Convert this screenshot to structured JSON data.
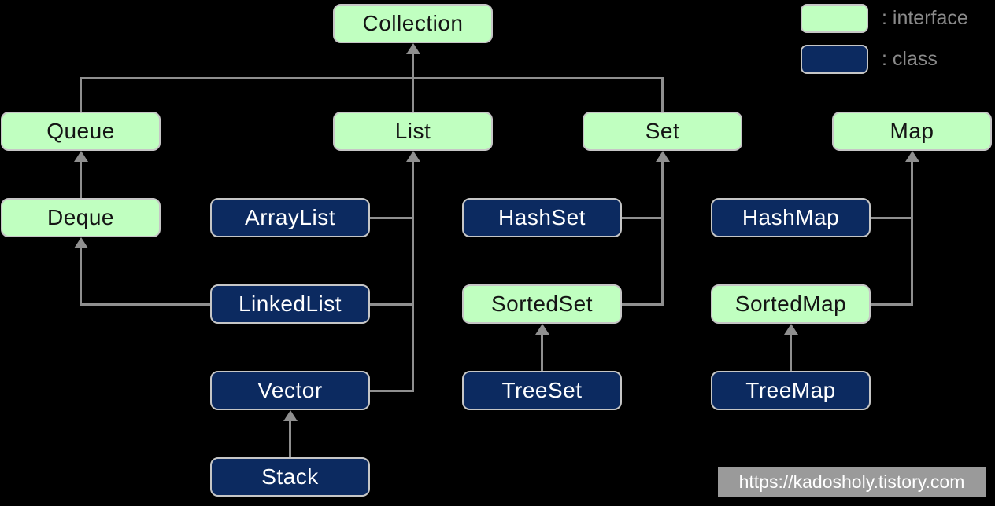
{
  "colors": {
    "background": "#000000",
    "interface_fill": "#c0ffc0",
    "class_fill": "#0c2a60",
    "box_border": "#c6c6c6",
    "line": "#8f8f8f",
    "interface_text": "#141414",
    "class_text": "#ffffff",
    "legend_text": "#8a8a8a",
    "watermark_bg": "#9a9a9a",
    "watermark_text": "#ffffff"
  },
  "nodes": {
    "collection": {
      "label": "Collection",
      "type": "interface"
    },
    "queue": {
      "label": "Queue",
      "type": "interface"
    },
    "list": {
      "label": "List",
      "type": "interface"
    },
    "set": {
      "label": "Set",
      "type": "interface"
    },
    "map": {
      "label": "Map",
      "type": "interface"
    },
    "deque": {
      "label": "Deque",
      "type": "interface"
    },
    "arraylist": {
      "label": "ArrayList",
      "type": "class"
    },
    "hashset": {
      "label": "HashSet",
      "type": "class"
    },
    "hashmap": {
      "label": "HashMap",
      "type": "class"
    },
    "linkedlist": {
      "label": "LinkedList",
      "type": "class"
    },
    "sortedset": {
      "label": "SortedSet",
      "type": "interface"
    },
    "sortedmap": {
      "label": "SortedMap",
      "type": "interface"
    },
    "vector": {
      "label": "Vector",
      "type": "class"
    },
    "treeset": {
      "label": "TreeSet",
      "type": "class"
    },
    "treemap": {
      "label": "TreeMap",
      "type": "class"
    },
    "stack": {
      "label": "Stack",
      "type": "class"
    }
  },
  "edges": [
    {
      "from": "Queue",
      "to": "Collection"
    },
    {
      "from": "List",
      "to": "Collection"
    },
    {
      "from": "Set",
      "to": "Collection"
    },
    {
      "from": "Deque",
      "to": "Queue"
    },
    {
      "from": "LinkedList",
      "to": "Deque"
    },
    {
      "from": "ArrayList",
      "to": "List"
    },
    {
      "from": "LinkedList",
      "to": "List"
    },
    {
      "from": "Vector",
      "to": "List"
    },
    {
      "from": "Stack",
      "to": "Vector"
    },
    {
      "from": "HashSet",
      "to": "Set"
    },
    {
      "from": "SortedSet",
      "to": "Set"
    },
    {
      "from": "TreeSet",
      "to": "SortedSet"
    },
    {
      "from": "HashMap",
      "to": "Map"
    },
    {
      "from": "SortedMap",
      "to": "Map"
    },
    {
      "from": "TreeMap",
      "to": "SortedMap"
    }
  ],
  "legend": {
    "interface_label": ": interface",
    "class_label": ": class"
  },
  "watermark": {
    "url": "https://kadosholy.tistory.com"
  }
}
